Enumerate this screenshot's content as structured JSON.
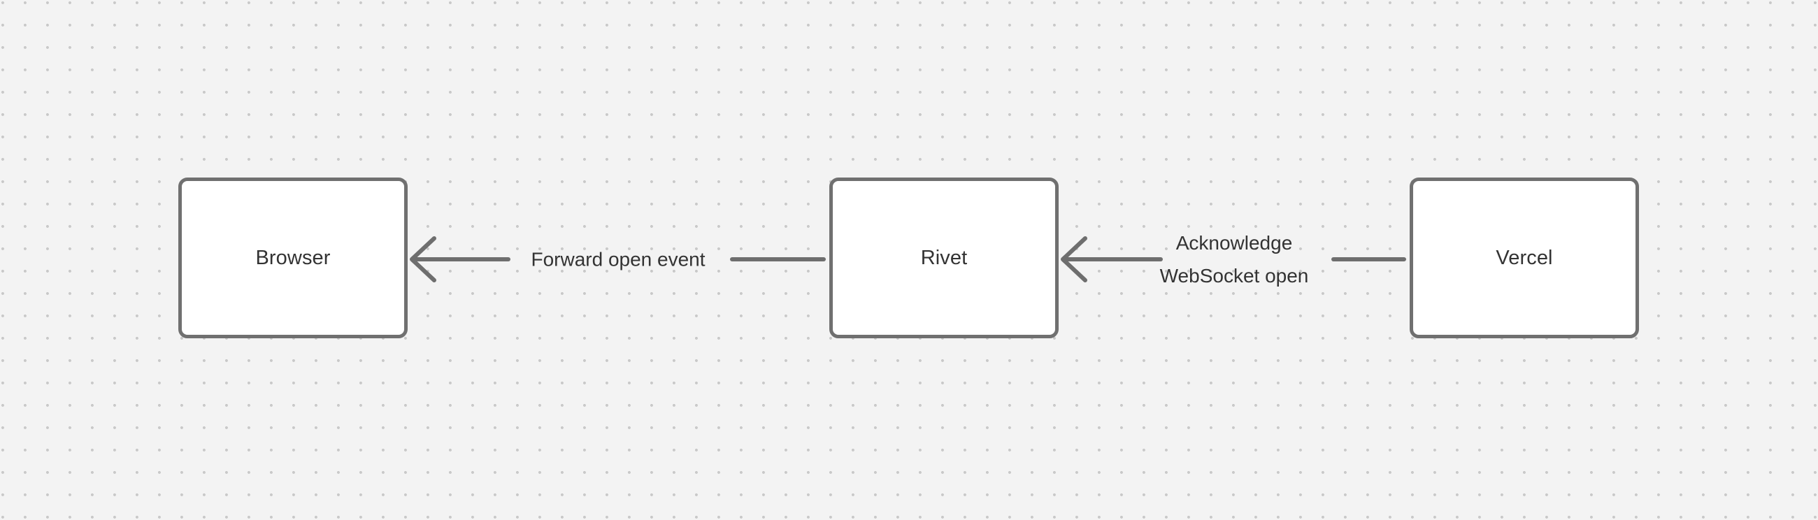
{
  "diagram": {
    "type": "flow-sequence",
    "background_color": "#f3f3f3",
    "grid_dot_color": "#c9c9c9",
    "node_border_color": "#707070",
    "node_fill_color": "#ffffff",
    "edge_color": "#6e6e6e",
    "text_color": "#333333",
    "nodes": [
      {
        "id": "browser",
        "label": "Browser"
      },
      {
        "id": "rivet",
        "label": "Rivet"
      },
      {
        "id": "vercel",
        "label": "Vercel"
      }
    ],
    "edges": [
      {
        "id": "edge-rivet-to-browser",
        "from": "rivet",
        "to": "browser",
        "direction": "left",
        "arrowhead": "open-chevron",
        "label_lines": [
          "Forward open event"
        ]
      },
      {
        "id": "edge-vercel-to-rivet",
        "from": "vercel",
        "to": "rivet",
        "direction": "left",
        "arrowhead": "open-chevron",
        "label_lines": [
          "Acknowledge",
          "WebSocket open"
        ]
      }
    ]
  }
}
